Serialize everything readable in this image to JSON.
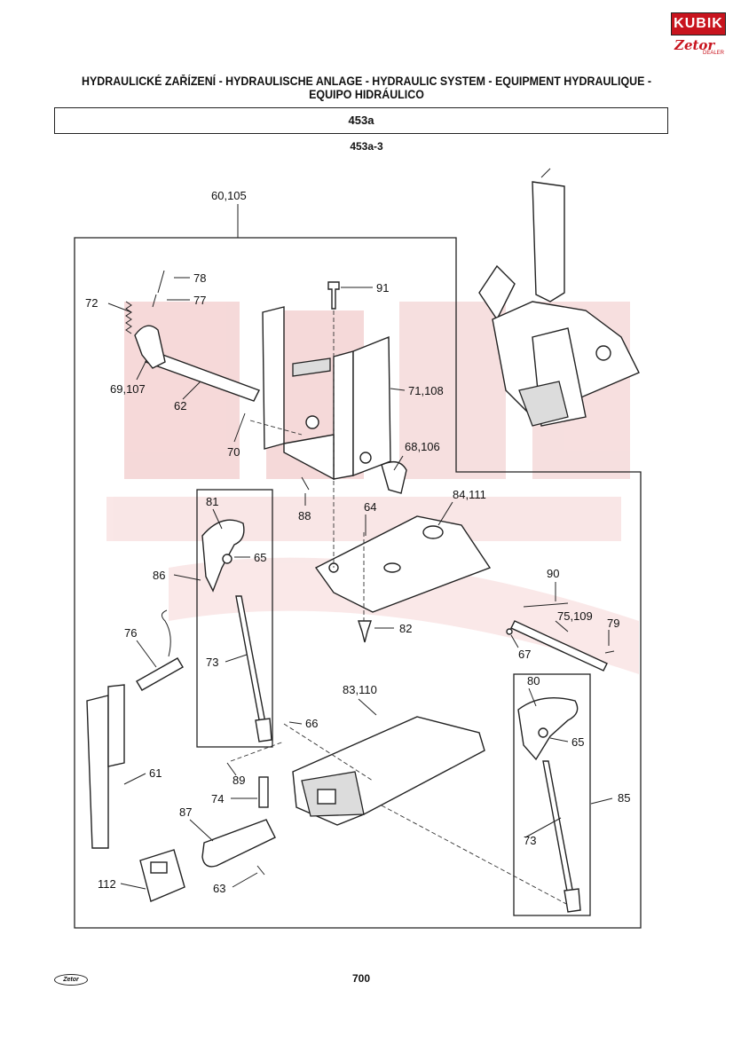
{
  "brand": {
    "name": "KUBIK",
    "dealer": "Zetor",
    "dealer_sub": "DEALER",
    "color": "#c8141e"
  },
  "header": {
    "title_line1": "HYDRAULICKÉ ZAŘÍZENÍ - HYDRAULISCHE ANLAGE - HYDRAULIC SYSTEM - EQUIPMENT HYDRAULIQUE -",
    "title_line2": "EQUIPO HIDRÁULICO",
    "section": "453a",
    "subsection": "453a-3"
  },
  "callouts": [
    "60,105",
    "78",
    "77",
    "72",
    "91",
    "69,107",
    "62",
    "71,108",
    "70",
    "68,106",
    "88",
    "81",
    "64",
    "84,111",
    "65",
    "86",
    "90",
    "75,109",
    "79",
    "76",
    "82",
    "67",
    "73",
    "83,110",
    "80",
    "66",
    "65",
    "61",
    "89",
    "85",
    "74",
    "87",
    "73",
    "112",
    "63"
  ],
  "footer": {
    "page": "700",
    "logo": "Zetor"
  },
  "colors": {
    "watermark": "#f3c9c9",
    "ink": "#222222"
  }
}
